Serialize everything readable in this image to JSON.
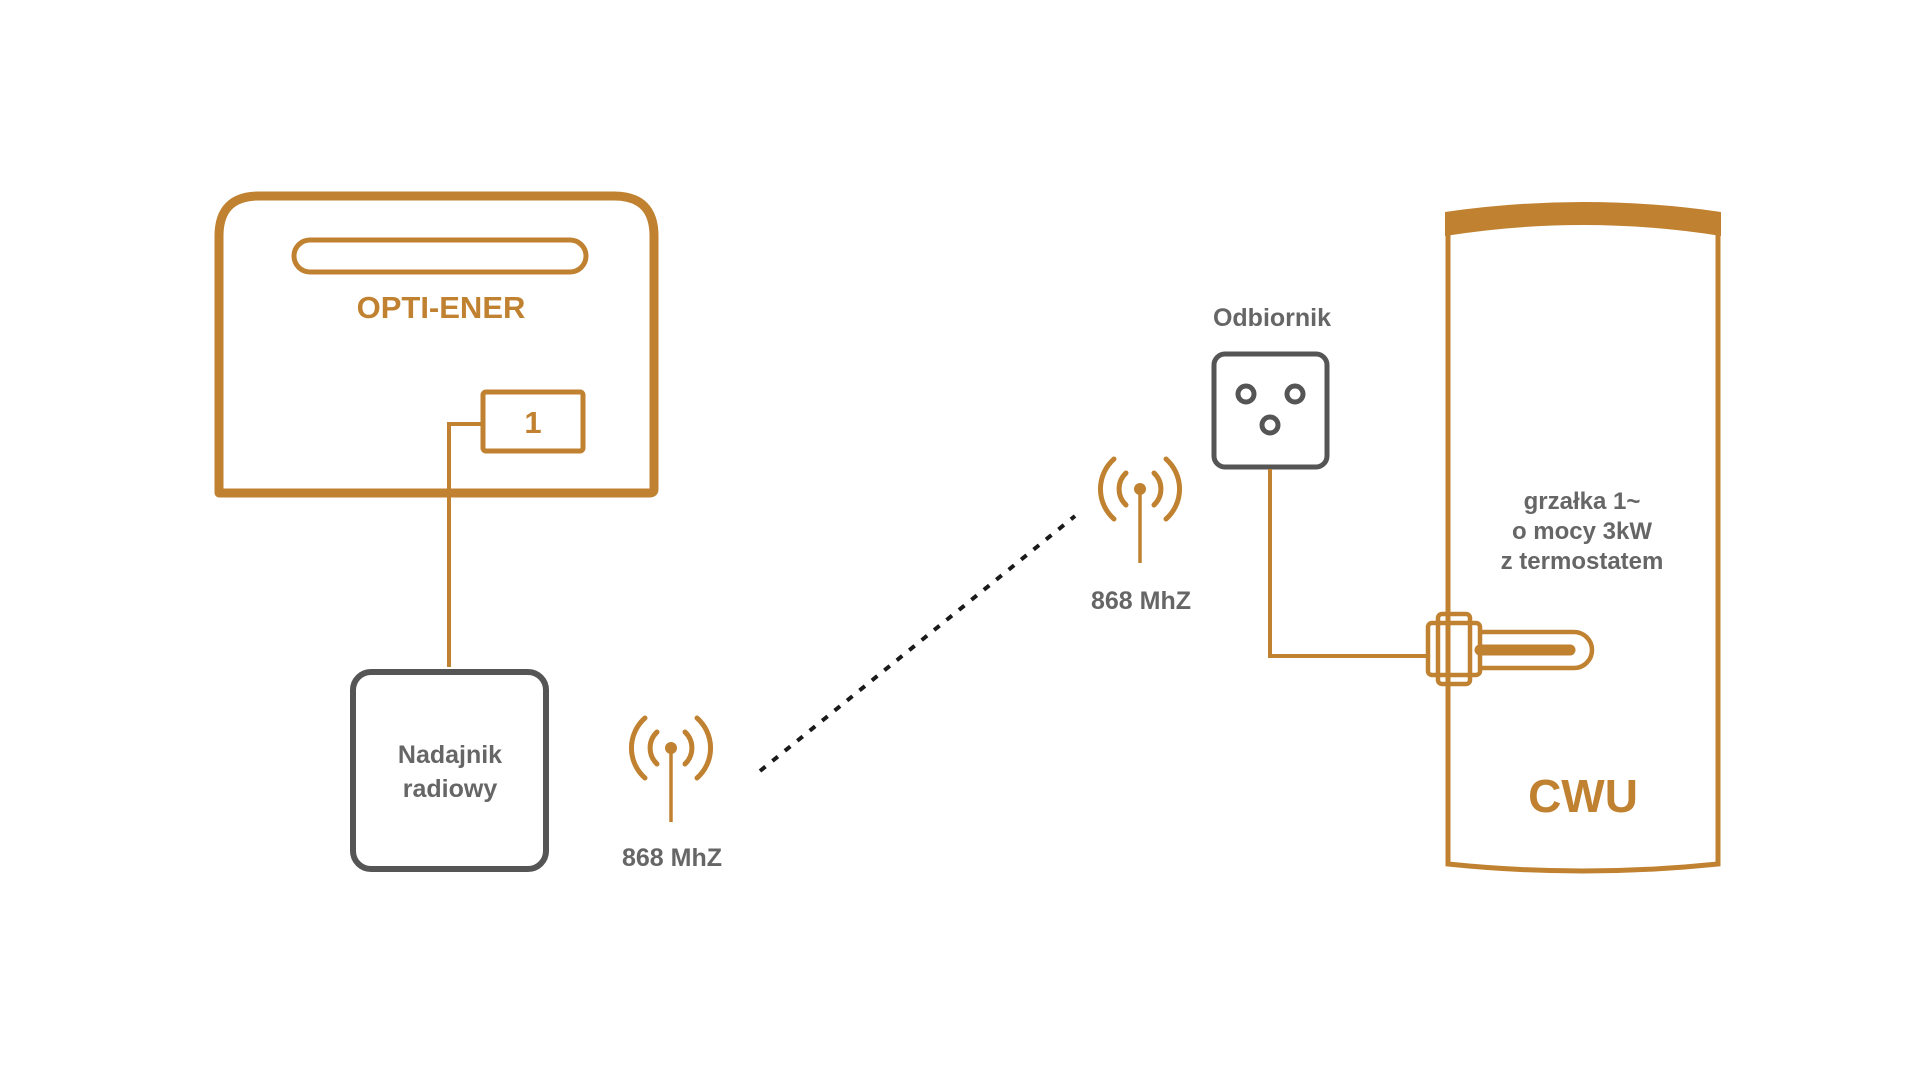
{
  "diagram": {
    "controller": {
      "name": "OPTI-ENER",
      "output_label": "1"
    },
    "transmitter": {
      "label_lines": [
        "Nadajnik",
        "radiowy"
      ]
    },
    "transmitter_antenna": {
      "icon": "radio-antenna-icon",
      "frequency": "868 MhZ"
    },
    "receiver_antenna": {
      "icon": "radio-antenna-icon",
      "frequency": "868 MhZ"
    },
    "receiver": {
      "label": "Odbiornik",
      "icon": "power-socket-icon"
    },
    "heater": {
      "description_lines": [
        "grzałka 1~",
        "o mocy 3kW",
        "z termostatem"
      ],
      "icon": "immersion-heater-icon"
    },
    "tank": {
      "label": "CWU"
    },
    "link": {
      "style": "dotted",
      "meaning": "wireless"
    },
    "colors": {
      "accent": "#C08130",
      "device_outline": "#555555",
      "text_gray": "#666666",
      "link_dots": "#1a1a1a"
    }
  }
}
